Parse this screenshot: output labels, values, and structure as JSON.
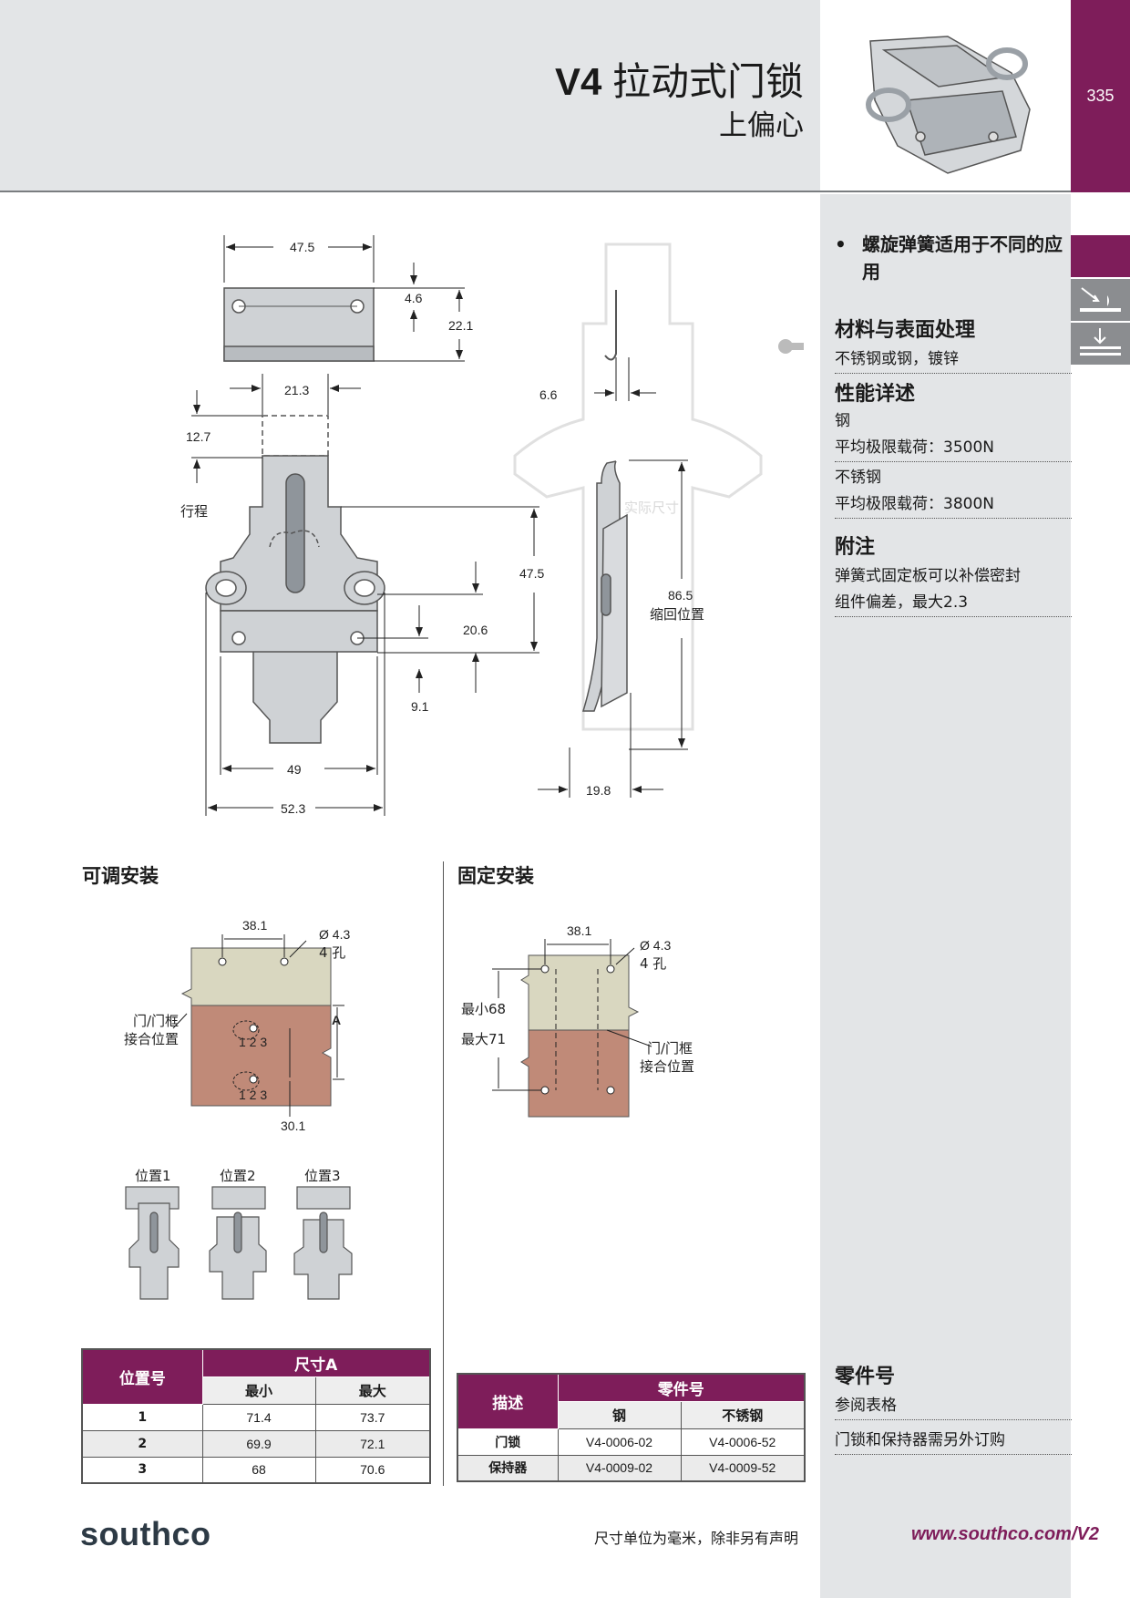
{
  "header": {
    "title_prefix": "V4",
    "title_rest": " 拉动式门锁",
    "subtitle": "上偏心",
    "page_number": "335"
  },
  "sidebar": {
    "bullet": "螺旋弹簧适用于不同的应用",
    "material_heading": "材料与表面处理",
    "material_text": "不锈钢或钢，镀锌",
    "performance_heading": "性能详述",
    "steel_label": "钢",
    "steel_load": "平均极限载荷：3500N",
    "stainless_label": "不锈钢",
    "stainless_load": "平均极限载荷：3800N",
    "notes_heading": "附注",
    "notes_text_1": "弹簧式固定板可以补偿密封",
    "notes_text_2": "组件偏差，最大2.3",
    "part_no_heading": "零件号",
    "part_no_see": "参阅表格",
    "part_no_note": "门锁和保持器需另外订购"
  },
  "drawing": {
    "dims": [
      "47.5",
      "4.6",
      "22.1",
      "21.3",
      "12.7",
      "47.5",
      "20.6",
      "9.1",
      "49",
      "52.3",
      "6.6",
      "86.5",
      "19.8"
    ],
    "stroke_label": "行程",
    "retracted_label": "缩回位置",
    "actual_size_label": "实际尺寸"
  },
  "adjustable": {
    "heading": "可调安装",
    "dim_spacing": "38.1",
    "hole_dia": "Ø 4.3",
    "hole_count": "4 孔",
    "door_frame_1": "门/门框",
    "door_frame_2": "接合位置",
    "dim_a": "A",
    "dim_offset": "30.1",
    "positions_nums": "1 2 3",
    "pos1": "位置1",
    "pos2": "位置2",
    "pos3": "位置3"
  },
  "fixed": {
    "heading": "固定安装",
    "dim_spacing": "38.1",
    "hole_dia": "Ø 4.3",
    "hole_count": "4 孔",
    "min_label": "最小68",
    "max_label": "最大71",
    "door_frame_1": "门/门框",
    "door_frame_2": "接合位置"
  },
  "position_table": {
    "col_position": "位置号",
    "col_dim": "尺寸A",
    "col_min": "最小",
    "col_max": "最大",
    "rows": [
      {
        "pos": "1",
        "min": "71.4",
        "max": "73.7"
      },
      {
        "pos": "2",
        "min": "69.9",
        "max": "72.1"
      },
      {
        "pos": "3",
        "min": "68",
        "max": "70.6"
      }
    ]
  },
  "part_table": {
    "col_desc": "描述",
    "col_part": "零件号",
    "col_steel": "钢",
    "col_stainless": "不锈钢",
    "rows": [
      {
        "desc": "门锁",
        "steel": "V4-0006-02",
        "stainless": "V4-0006-52"
      },
      {
        "desc": "保持器",
        "steel": "V4-0009-02",
        "stainless": "V4-0009-52"
      }
    ]
  },
  "footer": {
    "logo": "southco",
    "units_note": "尺寸单位为毫米，除非另有声明",
    "website": "www.southco.com/V2"
  },
  "colors": {
    "brand_purple": "#7e1d5a",
    "sidebar_gray": "#e3e5e7",
    "door_beige": "#d9d7c0",
    "frame_brown": "#c08a78"
  }
}
